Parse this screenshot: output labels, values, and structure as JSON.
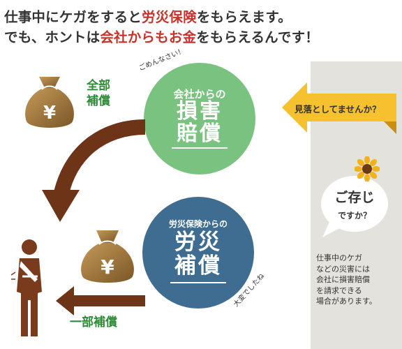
{
  "headline": {
    "line1": [
      {
        "text": "仕事中にケガをすると",
        "highlight": false
      },
      {
        "text": "労災保険",
        "highlight": true
      },
      {
        "text": "をもらえます。",
        "highlight": false
      }
    ],
    "line2": [
      {
        "text": "でも、ホントは",
        "highlight": false
      },
      {
        "text": "会社からもお金",
        "highlight": true
      },
      {
        "text": "をもらえるんです！",
        "highlight": false
      }
    ]
  },
  "company_circle": {
    "subtitle": "会社からの",
    "title_line1": "損害",
    "title_line2": "賠償",
    "aside": "ごめんなさい！"
  },
  "rousai_circle": {
    "subtitle": "労災保険からの",
    "title_line1": "労災",
    "title_line2": "補償",
    "aside": "大変でしたね"
  },
  "full_compensation": {
    "line1": "全部",
    "line2": "補償"
  },
  "partial_compensation": "一部補償",
  "money_bag_symbol": "¥",
  "callout_arrow": "見落としてませんか？",
  "bubble": {
    "line1": "ご存じ",
    "line2": "ですか？"
  },
  "note_lines": [
    "仕事中のケガ",
    "などの災害には",
    "会社に損害賠償",
    "を請求できる",
    "場合があります。"
  ],
  "colors": {
    "green_circle": "#79c27f",
    "blue_circle": "#3f6d92",
    "arrow_brown": "#6d3418",
    "highlight_red": "#c8322a",
    "label_green": "#2e8b37",
    "callout_yellow": "#f6c12e",
    "side_panel": "#e4e2dd"
  },
  "icons": [
    "money-bag-icon",
    "injured-person-icon",
    "sunflower-icon"
  ]
}
